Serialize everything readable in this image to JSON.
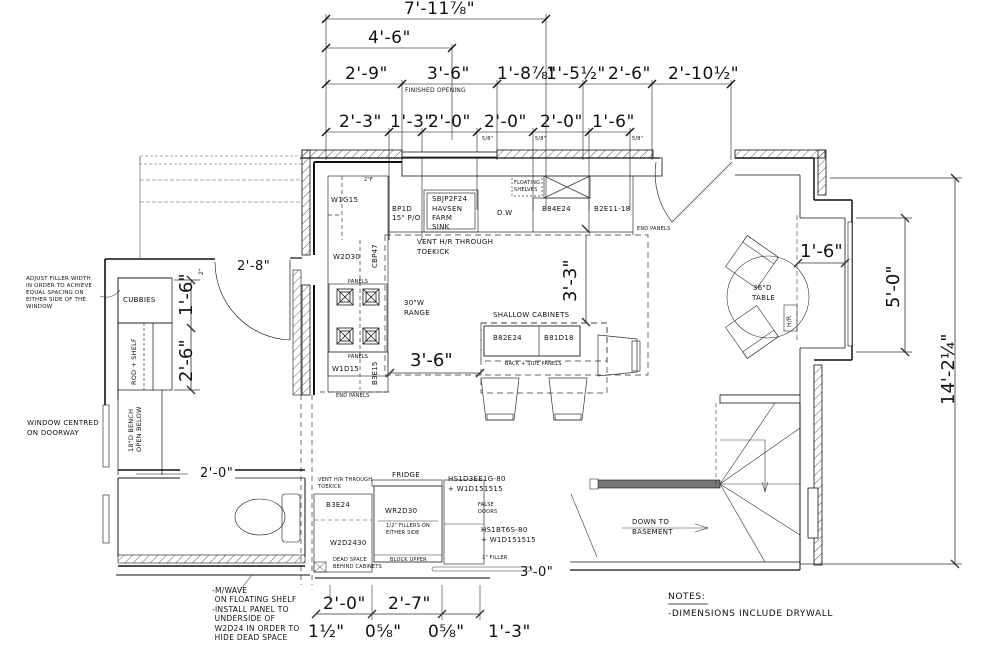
{
  "plan": {
    "title": "Kitchen floor plan with mudroom, powder room and dining nook",
    "top_dimensions": {
      "overall": "7'-11⅞\"",
      "sub_overall": "4'-6\"",
      "row2": [
        "2'-9\"",
        "3'-6\"",
        "1'-8⅞\"",
        "1'-5½\"",
        "2'-6\"",
        "2'-10½\""
      ],
      "finished_opening": "FINISHED OPENING",
      "row3": [
        "2'-3\"",
        "1'-3\"",
        "2'-0\"",
        "2'-0\"",
        "2'-0\"",
        "1'-6\""
      ],
      "fillers": [
        "5/8\"",
        "5/8\"",
        "5/8\""
      ]
    },
    "right_dimensions": {
      "overall_height": "14'-2¼\"",
      "window_width": "5'-0\"",
      "nook_depth": "1'-6\""
    },
    "kitchen": {
      "cabinets_top": [
        "W1G15",
        "BP1D",
        "15\" P/O",
        "SBJP2F24",
        "HAVSEN",
        "FARM",
        "SINK",
        "D.W",
        "B84E24",
        "B2E11-18"
      ],
      "floating_shelves": "FLOATING SHELVES",
      "corner_filler": "2\"F",
      "end_panels_top": "END PANELS",
      "vent_note": "VENT H/R THROUGH",
      "vent_note2": "TOEKICK",
      "left_run": [
        "W2D30",
        "CBP47",
        "W1D15",
        "B3E15"
      ],
      "panels_label": "PANELS",
      "range": "30\"W",
      "range2": "RANGE",
      "end_panels_bottom": "END PANELS",
      "aisle_width": "3'-6\"",
      "aisle_depth": "3'-3\""
    },
    "island": {
      "title": "SHALLOW CABINETS",
      "cabinets": [
        "B82E24",
        "B81D18"
      ],
      "panels": "BACK + SIDE PANELS"
    },
    "dining": {
      "table": "36\"D",
      "table2": "TABLE",
      "register": "H/R"
    },
    "mudroom": {
      "note_filler": [
        "ADJUST FILLER WIDTH",
        "IN ORDER TO ACHIEVE",
        "EQUAL SPACING ON",
        "EITHER SIDE OF THE",
        "WINDOW"
      ],
      "cubbies": "CUBBIES",
      "rod_shelf": "ROD + SHELF",
      "bench": [
        "18\"D BENCH",
        "OPEN BELOW"
      ],
      "window_note": [
        "WINDOW CENTRED",
        "ON DOORWAY"
      ],
      "door_width": "2'-8\"",
      "small_gap": "2\"",
      "depth1": "1'-6\"",
      "depth2": "2'-6\""
    },
    "powder_room": {
      "door_width": "2'-0\""
    },
    "fridge_wall": {
      "vent_note": [
        "VENT H/R THROUGH",
        "TOEKICK"
      ],
      "fridge": "FRIDGE",
      "b3e24": "B3E24",
      "wr2d30": "WR2D30",
      "fillers_note": [
        "1/2\" FILLERS ON",
        "EITHER SIDE"
      ],
      "w2d2430": "W2D2430",
      "dead_space": [
        "DEAD SPACE",
        "BEHIND CABINETS"
      ],
      "block_upper": "BLOCK UPPER",
      "tall1": [
        "HS1D3EE1G-80",
        "+ W1D151515"
      ],
      "false_doors": [
        "FALSE",
        "DOORS"
      ],
      "tall2": [
        "HS1BT6S-80",
        "+ W1D151515"
      ],
      "filler": "1\" FILLER",
      "clearance": "3'-0\""
    },
    "microwave_note": [
      "-M/WAVE",
      " ON FLOATING SHELF",
      "-INSTALL PANEL TO",
      " UNDERSIDE OF",
      " W2D24 IN ORDER TO",
      " HIDE DEAD SPACE"
    ],
    "bottom_dimensions": {
      "row1": [
        "2'-0\"",
        "2'-7\""
      ],
      "row2": [
        "1½\"",
        "0⅝\"",
        "0⅝\"",
        "1'-3\""
      ]
    },
    "stairs": {
      "label": "DOWN TO",
      "label2": "BASEMENT"
    },
    "notes": {
      "heading": "NOTES:",
      "items": [
        "-DIMENSIONS INCLUDE DRYWALL"
      ]
    }
  }
}
